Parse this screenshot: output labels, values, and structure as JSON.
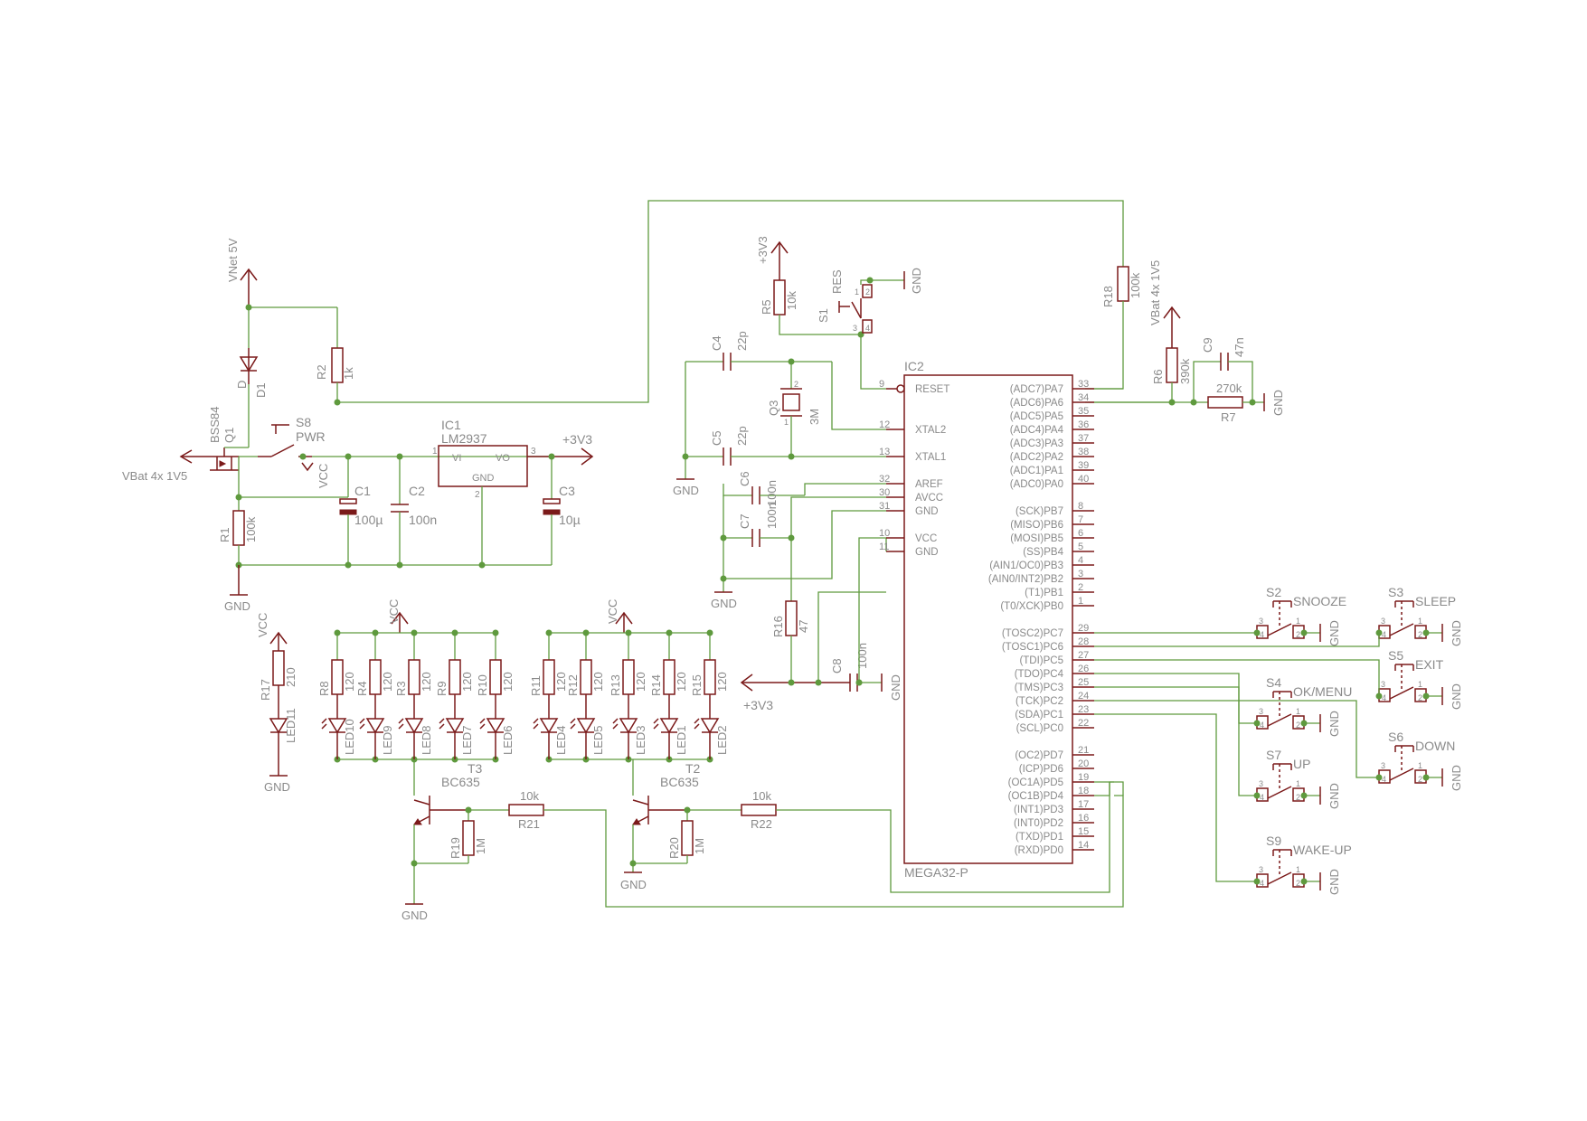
{
  "refs": {
    "vnet": "VNet 5V",
    "d1": "D1",
    "d1_val": "D",
    "q1": "Q1",
    "q1_val": "BSS84",
    "vbat_left": "VBat 4x 1V5",
    "r2": "R2",
    "r2_val": "1k",
    "s8": "S8",
    "s8_val": "PWR",
    "vcc_c1": "VCC",
    "c1": "C1",
    "c1_val": "100µ",
    "c2": "C2",
    "c2_val": "100n",
    "ic1": "IC1",
    "ic1_val": "LM2937",
    "ic1_vi": "VI",
    "ic1_vo": "VO",
    "ic1_gnd": "GND",
    "ic1_p1": "1",
    "ic1_p2": "2",
    "ic1_p3": "3",
    "plus3v3_ic1": "+3V3",
    "c3": "C3",
    "c3_val": "10µ",
    "r1": "R1",
    "r1_val": "100k",
    "gnd_r1": "GND",
    "vcc_r17": "VCC",
    "r17": "R17",
    "r17_val": "210",
    "led11": "LED11",
    "gnd_led11": "GND",
    "vcc_bank1": "VCC",
    "r8": "R8",
    "r4": "R4",
    "r3": "R3",
    "r9": "R9",
    "r10": "R10",
    "led10": "LED10",
    "led9": "LED9",
    "led8": "LED8",
    "led7": "LED7",
    "led6": "LED6",
    "t3": "T3",
    "t3_val": "BC635",
    "r19": "R19",
    "r19_val": "1M",
    "r21": "R21",
    "r21_val": "10k",
    "gnd_t3": "GND",
    "vcc_bank2": "VCC",
    "r11": "R11",
    "r12": "R12",
    "r13": "R13",
    "r14": "R14",
    "r15": "R15",
    "led4": "LED4",
    "led5": "LED5",
    "led3": "LED3",
    "led1": "LED1",
    "led2": "LED2",
    "t2": "T2",
    "t2_val": "BC635",
    "r20": "R20",
    "r20_val": "1M",
    "r22": "R22",
    "r22_val": "10k",
    "gnd_t2": "GND",
    "res120": "120",
    "plus3v3_r5": "+3V3",
    "r5": "R5",
    "r5_val": "10k",
    "s1": "S1",
    "s1_val": "RES",
    "gnd_s1": "GND",
    "c4": "C4",
    "c4_val": "22p",
    "c5": "C5",
    "c5_val": "22p",
    "q3": "Q3",
    "q3_val": "3M",
    "gnd_c5": "GND",
    "c6": "C6",
    "c6_val": "100n",
    "c7": "C7",
    "c7_val": "100n",
    "gnd_c7": "GND",
    "r16": "R16",
    "r16_val": "47",
    "c8": "C8",
    "c8_val": "100n",
    "plus3v3_c8": "+3V3",
    "gnd_c8": "GND",
    "r18": "R18",
    "r18_val": "100k",
    "vbat_right": "VBat 4x 1V5",
    "r6": "R6",
    "r6_val": "390k",
    "c9": "C9",
    "c9_val": "47n",
    "r7": "R7",
    "r7_val": "270k",
    "gnd_r7": "GND"
  },
  "ic2": {
    "ref": "IC2",
    "value": "MEGA32-P",
    "left_pins": [
      {
        "name": "RESET",
        "num": "9"
      },
      {
        "name": "XTAL2",
        "num": "12"
      },
      {
        "name": "XTAL1",
        "num": "13"
      },
      {
        "name": "AREF",
        "num": "32"
      },
      {
        "name": "AVCC",
        "num": "30"
      },
      {
        "name": "GND",
        "num": "31"
      },
      {
        "name": "VCC",
        "num": "10"
      },
      {
        "name": "GND",
        "num": "11"
      }
    ],
    "right_pins": [
      {
        "name": "(ADC7)PA7",
        "num": "33"
      },
      {
        "name": "(ADC6)PA6",
        "num": "34"
      },
      {
        "name": "(ADC5)PA5",
        "num": "35"
      },
      {
        "name": "(ADC4)PA4",
        "num": "36"
      },
      {
        "name": "(ADC3)PA3",
        "num": "37"
      },
      {
        "name": "(ADC2)PA2",
        "num": "38"
      },
      {
        "name": "(ADC1)PA1",
        "num": "39"
      },
      {
        "name": "(ADC0)PA0",
        "num": "40"
      },
      {
        "name": "(SCK)PB7",
        "num": "8"
      },
      {
        "name": "(MISO)PB6",
        "num": "7"
      },
      {
        "name": "(MOSI)PB5",
        "num": "6"
      },
      {
        "name": "(SS)PB4",
        "num": "5"
      },
      {
        "name": "(AIN1/OC0)PB3",
        "num": "4"
      },
      {
        "name": "(AIN0/INT2)PB2",
        "num": "3"
      },
      {
        "name": "(T1)PB1",
        "num": "2"
      },
      {
        "name": "(T0/XCK)PB0",
        "num": "1"
      },
      {
        "name": "(TOSC2)PC7",
        "num": "29"
      },
      {
        "name": "(TOSC1)PC6",
        "num": "28"
      },
      {
        "name": "(TDI)PC5",
        "num": "27"
      },
      {
        "name": "(TDO)PC4",
        "num": "26"
      },
      {
        "name": "(TMS)PC3",
        "num": "25"
      },
      {
        "name": "(TCK)PC2",
        "num": "24"
      },
      {
        "name": "(SDA)PC1",
        "num": "23"
      },
      {
        "name": "(SCL)PC0",
        "num": "22"
      },
      {
        "name": "(OC2)PD7",
        "num": "21"
      },
      {
        "name": "(ICP)PD6",
        "num": "20"
      },
      {
        "name": "(OC1A)PD5",
        "num": "19"
      },
      {
        "name": "(OC1B)PD4",
        "num": "18"
      },
      {
        "name": "(INT1)PD3",
        "num": "17"
      },
      {
        "name": "(INT0)PD2",
        "num": "16"
      },
      {
        "name": "(TXD)PD1",
        "num": "15"
      },
      {
        "name": "(RXD)PD0",
        "num": "14"
      }
    ]
  },
  "switches": [
    {
      "ref": "S2",
      "value": "SNOOZE",
      "gnd": "GND"
    },
    {
      "ref": "S3",
      "value": "SLEEP",
      "gnd": "GND"
    },
    {
      "ref": "S4",
      "value": "OK/MENU",
      "gnd": "GND"
    },
    {
      "ref": "S5",
      "value": "EXIT",
      "gnd": "GND"
    },
    {
      "ref": "S6",
      "value": "DOWN",
      "gnd": "GND"
    },
    {
      "ref": "S7",
      "value": "UP",
      "gnd": "GND"
    },
    {
      "ref": "S9",
      "value": "WAKE-UP",
      "gnd": "GND"
    }
  ],
  "pin_digits": {
    "one": "1",
    "two": "2",
    "three": "3",
    "four": "4"
  }
}
